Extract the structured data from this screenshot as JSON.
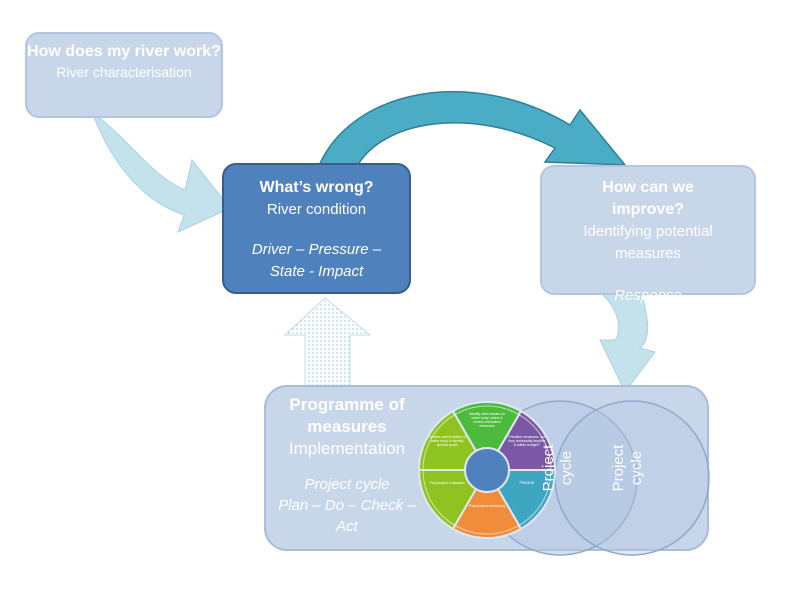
{
  "colors": {
    "dark_box": "#4f81bd",
    "light_box": "#c8d6ea",
    "teal_arrow": "#4bacc6",
    "light_arrow": "#b7dde8"
  },
  "box_river": {
    "title": "How does my river work?",
    "subtitle": "River characterisation"
  },
  "box_wrong": {
    "title": "What’s wrong?",
    "subtitle": "River condition",
    "line1": "Driver – Pressure –",
    "line2": "State - Impact"
  },
  "box_improve": {
    "title": "How can we improve?",
    "subtitle": "Identifying potential measures",
    "response": "Response"
  },
  "box_programme": {
    "title": "Programme of measures",
    "subtitle": "Implementation",
    "line1": "Project cycle",
    "line2": "Plan – Do – Check – Act"
  },
  "venn": {
    "left": "Project cycle",
    "right": "Project cycle"
  },
  "wheel": {
    "segments": [
      {
        "label": "Post project evaluation",
        "color": "#8fc31f"
      },
      {
        "label": "Review current status of water body & identify specific goals",
        "color": "#8fc31f"
      },
      {
        "label": "Identify other issues on water body, select & review restoration measures",
        "color": "#4cbb3c"
      },
      {
        "label": "Prioritise measures, are they technically feasible & within budget?",
        "color": "#7a58a6"
      },
      {
        "label": "PRAGUE",
        "color": "#3fa6c2"
      },
      {
        "label": "Post-project monitoring",
        "color": "#f08c3a"
      }
    ]
  }
}
